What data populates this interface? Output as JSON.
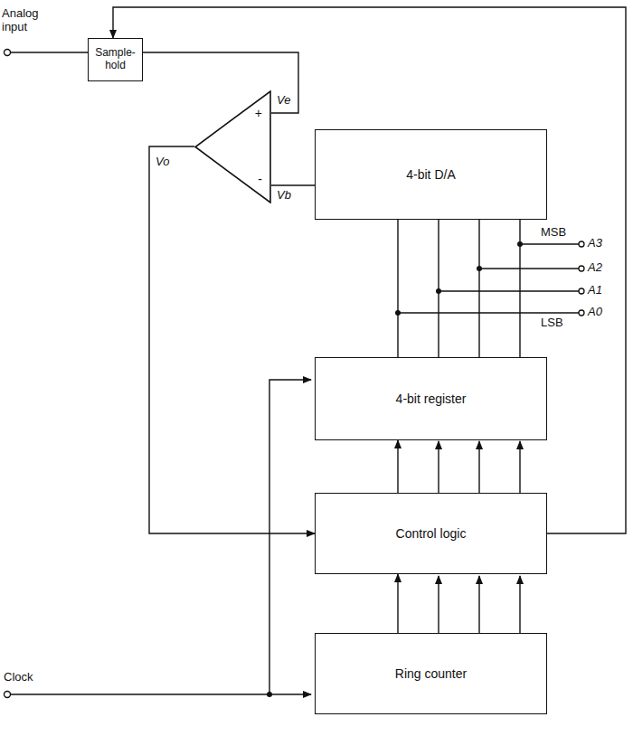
{
  "diagram": {
    "nodes": [
      {
        "text": [
          "Sample- hold"
        ]
      },
      {
        "text": [
          "+",
          "-"
        ]
      },
      {
        "text": [
          "4-bit D/A"
        ]
      },
      {
        "text": [
          "4-bit register"
        ]
      },
      {
        "text": [
          "Control logic"
        ]
      },
      {
        "text": [
          "Ring counter"
        ]
      }
    ],
    "edges": [
      {
        "from": 0,
        "to": 1,
        "arrow": "none"
      },
      {
        "from": 2,
        "to": 1,
        "arrow": "none"
      },
      {
        "from": 1,
        "to": 4,
        "arrow": "to"
      },
      {
        "from": 3,
        "to": 2,
        "arrow": "none"
      },
      {
        "from": 4,
        "to": 3,
        "arrow": "to"
      },
      {
        "from": 5,
        "to": 4,
        "arrow": "to"
      },
      {
        "from": 4,
        "to": 0,
        "arrow": "to"
      }
    ],
    "labels": [
      "Analog input",
      "Clock",
      "Ve",
      "Vb",
      "Vo",
      "MSB",
      "LSB",
      "A3",
      "A2",
      "A1",
      "A0"
    ]
  }
}
